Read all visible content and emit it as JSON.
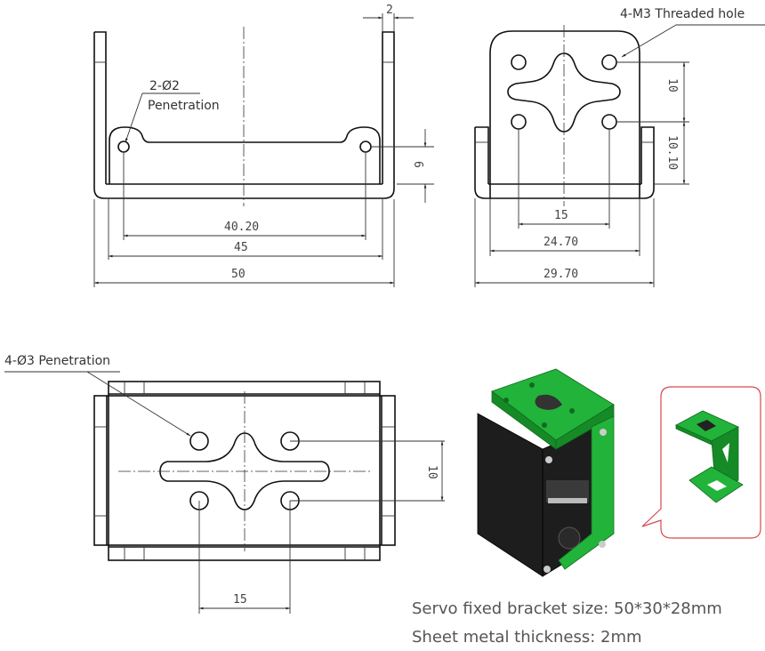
{
  "front_view": {
    "hole_note": "2-Ø2",
    "hole_note_sub": "Penetration",
    "dim_thickness": "2",
    "dim_hole_height": "6",
    "dim_hole_spacing": "40.20",
    "dim_inner_width": "45",
    "dim_outer_width": "50"
  },
  "side_view": {
    "hole_note": "4-M3 Threaded hole",
    "dim_hole_vertical": "10",
    "dim_hole_to_base": "10.10",
    "dim_hole_spacing": "15",
    "dim_inner_width": "24.70",
    "dim_outer_width": "29.70"
  },
  "bottom_view": {
    "hole_note": "4-Ø3 Penetration",
    "dim_hole_vertical": "10",
    "dim_hole_spacing": "15"
  },
  "specs": {
    "size": "Servo fixed bracket size: 50*30*28mm",
    "thickness": "Sheet metal thickness: 2mm"
  },
  "colors": {
    "bracket_green": "#22b33a",
    "callout_red": "#d9484f"
  }
}
